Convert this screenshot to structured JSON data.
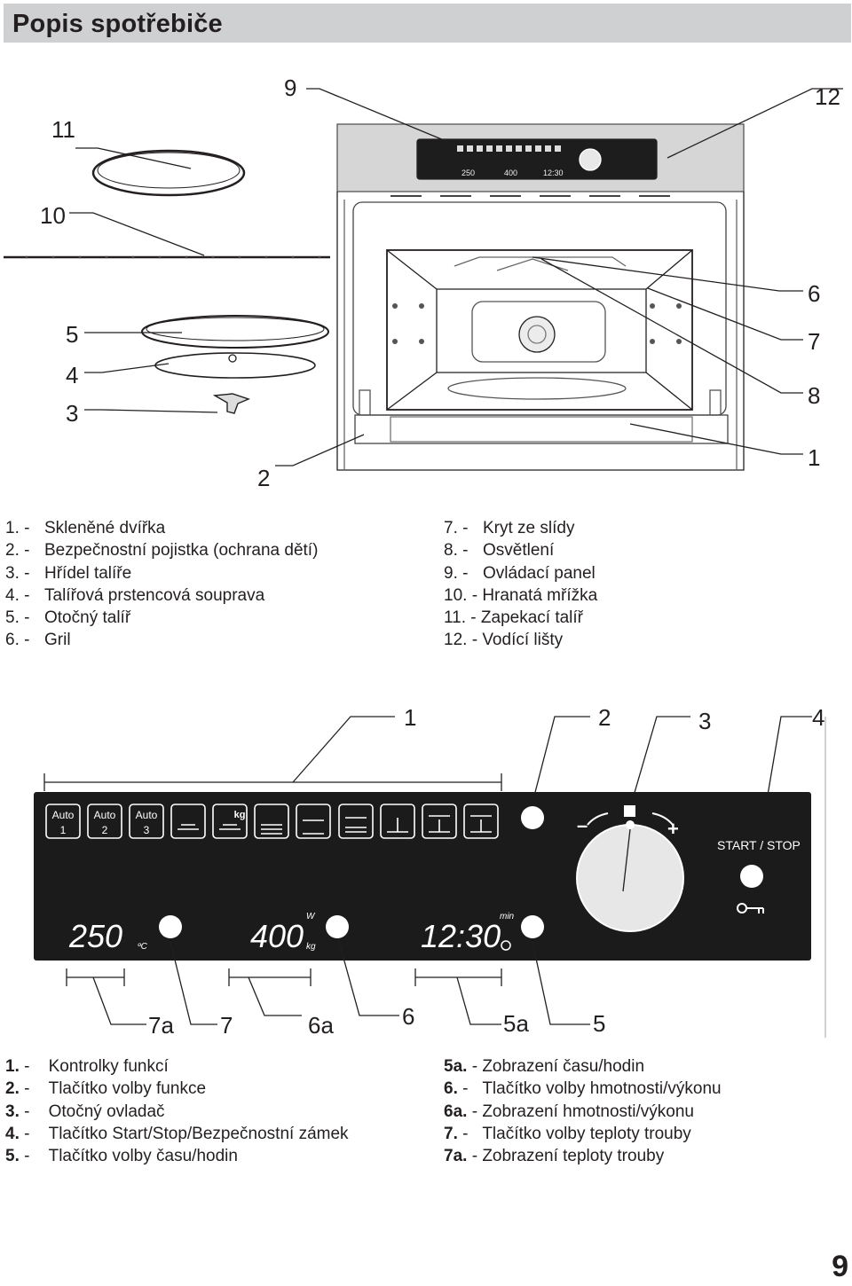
{
  "header": {
    "title": "Popis spotřebiče"
  },
  "oven_callouts": [
    "9",
    "12",
    "11",
    "10",
    "6",
    "7",
    "8",
    "5",
    "4",
    "3",
    "2",
    "1"
  ],
  "parts_left": [
    {
      "num": "1. -",
      "label": "Skleněné dvířka"
    },
    {
      "num": "2. -",
      "label": "Bezpečnostní pojistka (ochrana dětí)"
    },
    {
      "num": "3. -",
      "label": "Hřídel talíře"
    },
    {
      "num": "4. -",
      "label": "Talířová prstencová souprava"
    },
    {
      "num": "5. -",
      "label": "Otočný talíř"
    },
    {
      "num": "6. -",
      "label": "Gril"
    }
  ],
  "parts_right": [
    {
      "num": "7. -",
      "label": "Kryt ze slídy"
    },
    {
      "num": "8. -",
      "label": "Osvětlení"
    },
    {
      "num": "9. -",
      "label": "Ovládací panel"
    },
    {
      "num": "10. -",
      "label": "Hranatá mřížka"
    },
    {
      "num": "11. -",
      "label": "Zapekací talíř"
    },
    {
      "num": "12. -",
      "label": "Vodící lišty"
    }
  ],
  "panel": {
    "auto_label": "Auto",
    "auto_nums": [
      "1",
      "2",
      "3"
    ],
    "start_stop": "START / STOP",
    "display_temp": "250",
    "display_temp_unit": "ºC",
    "display_weight": "400",
    "display_weight_unit": "kg",
    "display_power_unit": "W",
    "display_time": "12:30",
    "display_time_unit": "min",
    "minus": "–",
    "plus": "+",
    "callouts_top": [
      "1",
      "2",
      "3",
      "4"
    ],
    "callouts_bottom": [
      "7a",
      "7",
      "6a",
      "6",
      "5a",
      "5"
    ]
  },
  "controls_left": [
    {
      "num": "1.",
      "label": "Kontrolky funkcí"
    },
    {
      "num": "2.",
      "label": "Tlačítko volby funkce"
    },
    {
      "num": "3.",
      "label": "Otočný ovladač"
    },
    {
      "num": "4.",
      "label": "Tlačítko Start/Stop/Bezpečnostní zámek"
    },
    {
      "num": "5.",
      "label": "Tlačítko volby času/hodin"
    }
  ],
  "controls_right": [
    {
      "num": "5a.",
      "label": "Zobrazení času/hodin"
    },
    {
      "num": "6.",
      "label": "Tlačítko volby hmotnosti/výkonu"
    },
    {
      "num": "6a.",
      "label": "Zobrazení hmotnosti/výkonu"
    },
    {
      "num": "7.",
      "label": "Tlačítko volby teploty trouby"
    },
    {
      "num": "7a.",
      "label": "Zobrazení teploty trouby"
    }
  ],
  "page_number": "9"
}
